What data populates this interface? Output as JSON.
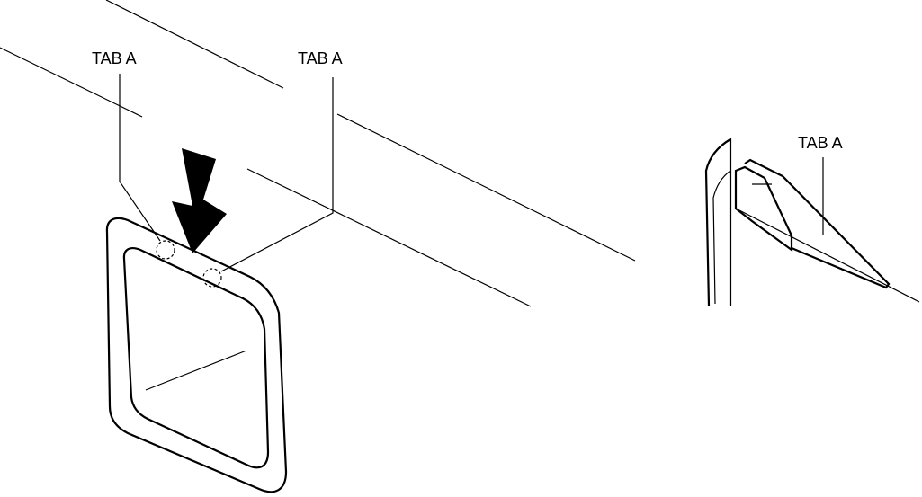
{
  "labels": {
    "tab_a_left": "TAB A",
    "tab_a_center": "TAB A",
    "tab_a_right": "TAB A"
  },
  "colors": {
    "stroke": "#000000",
    "background": "#ffffff"
  }
}
